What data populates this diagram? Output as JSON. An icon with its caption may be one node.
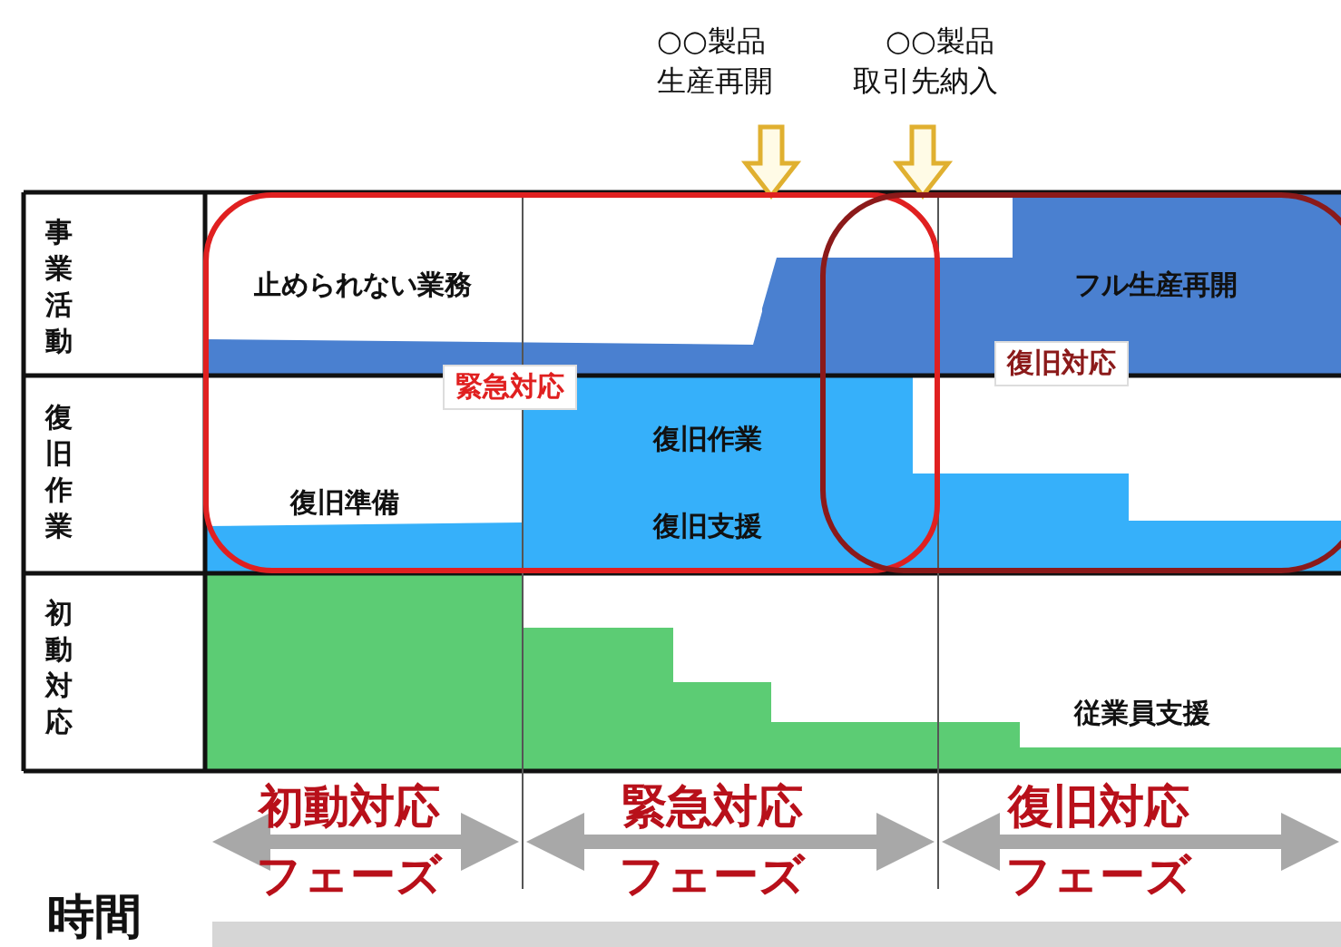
{
  "diagram": {
    "nodes": [
      {
        "text": [
          "○○製品生産再開"
        ]
      },
      {
        "text": [
          "○○製品取引先納入"
        ]
      },
      {
        "text": [
          "緊急対応"
        ]
      },
      {
        "text": [
          "復旧対応"
        ]
      }
    ],
    "edges": [
      {
        "from": 0,
        "to": 2,
        "arrow": "to"
      },
      {
        "from": 1,
        "to": 3,
        "arrow": "to"
      }
    ],
    "labels": [
      "事業活動",
      "止められない業務",
      "フル生産再開",
      "復旧作業",
      "復旧作業",
      "復旧準備",
      "復旧支援",
      "初動対応",
      "従業員支援",
      "初動対応フェーズ",
      "緊急対応フェーズ",
      "復旧対応フェーズ",
      "時間"
    ]
  }
}
